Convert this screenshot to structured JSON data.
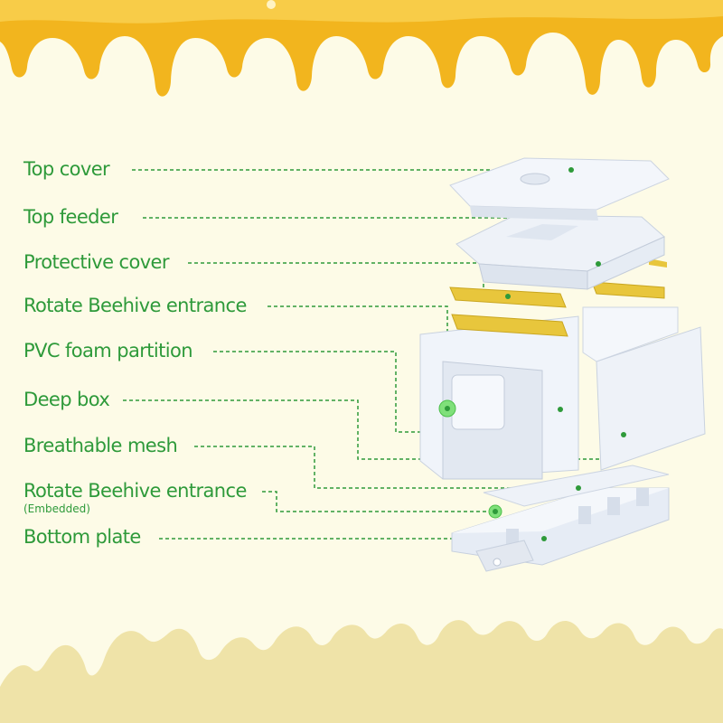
{
  "colors": {
    "background": "#fdfbe7",
    "label_text": "#2e9a3a",
    "leader_line": "#2e9a3a",
    "honey_drip": "#f2b51e",
    "cream_drip": "#efe3a8",
    "hive_body": "#e9eef7",
    "frame_bar": "#e8c63c",
    "entrance_disc": "#7fe07a"
  },
  "labels": {
    "top_cover": "Top cover",
    "top_feeder": "Top feeder",
    "protective_cover": "Protective cover",
    "rotate_entrance": "Rotate Beehive entrance",
    "pvc_partition": "PVC foam partition",
    "deep_box": "Deep box",
    "breathable_mesh": "Breathable mesh",
    "rotate_entrance_embedded": "Rotate Beehive entrance",
    "embedded_note": "(Embedded)",
    "bottom_plate": "Bottom plate"
  }
}
